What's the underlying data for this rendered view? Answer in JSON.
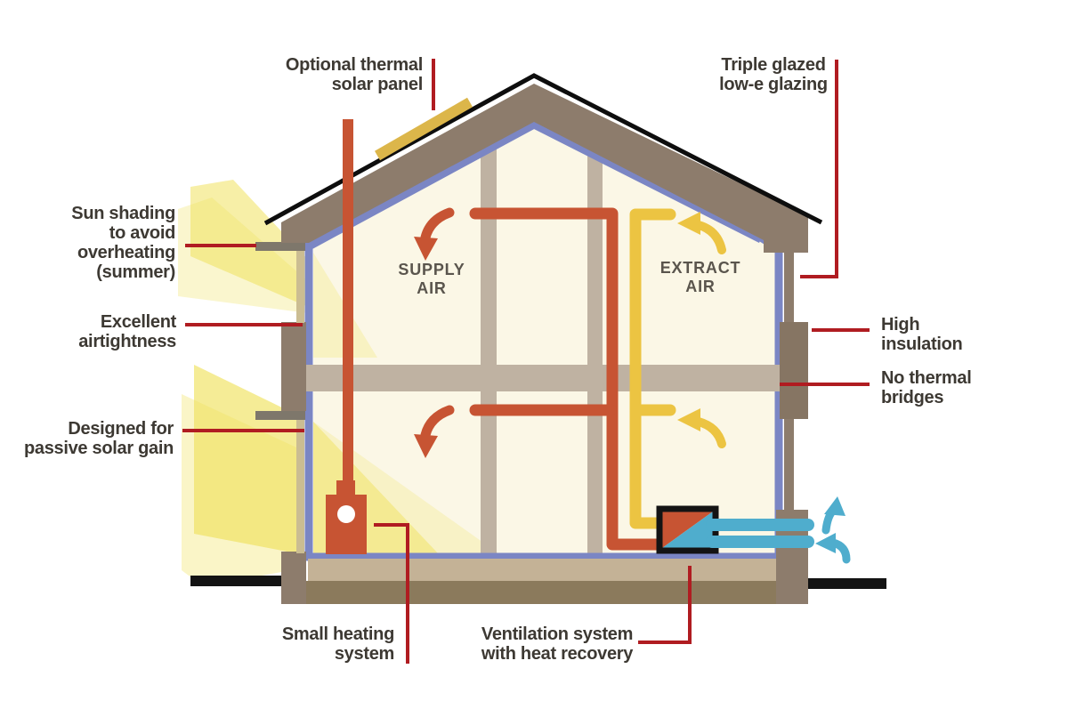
{
  "title": "Passive house energy-efficiency cross-section diagram",
  "labels": {
    "solar_panel": "Optional thermal\nsolar panel",
    "triple_glazed": "Triple glazed\nlow-e glazing",
    "sun_shading": "Sun shading\nto avoid\noverheating\n(summer)",
    "airtightness": "Excellent\nairtightness",
    "passive_solar": "Designed for\npassive solar gain",
    "high_insulation": "High\ninsulation",
    "no_thermal_bridges": "No thermal\nbridges",
    "small_heating": "Small heating\nsystem",
    "ventilation": "Ventilation system\nwith heat recovery",
    "supply_air": "SUPPLY\nAIR",
    "extract_air": "EXTRACT\nAIR"
  },
  "palette": {
    "wall_brown": "#8d7c6c",
    "insulation_brown": "#867563",
    "timber_tan": "#bfb2a2",
    "slab_tan": "#c4b296",
    "foundation_brown": "#8b7a5c",
    "airtight_blue": "#7b86c4",
    "glazing_khaki": "#cbbd92",
    "shade_grey": "#7e776b",
    "supply_red": "#c75433",
    "extract_yellow": "#ecc442",
    "solar_panel_gold": "#dcb64a",
    "pipe_teal": "#4fadcd",
    "callout_red": "#b01c21",
    "interior_cream": "#fbf7e6",
    "sunbeam_yellow": "#f0e25e",
    "ground_black": "#131313",
    "label_text": "#3d3933",
    "air_text": "#5a554d"
  }
}
